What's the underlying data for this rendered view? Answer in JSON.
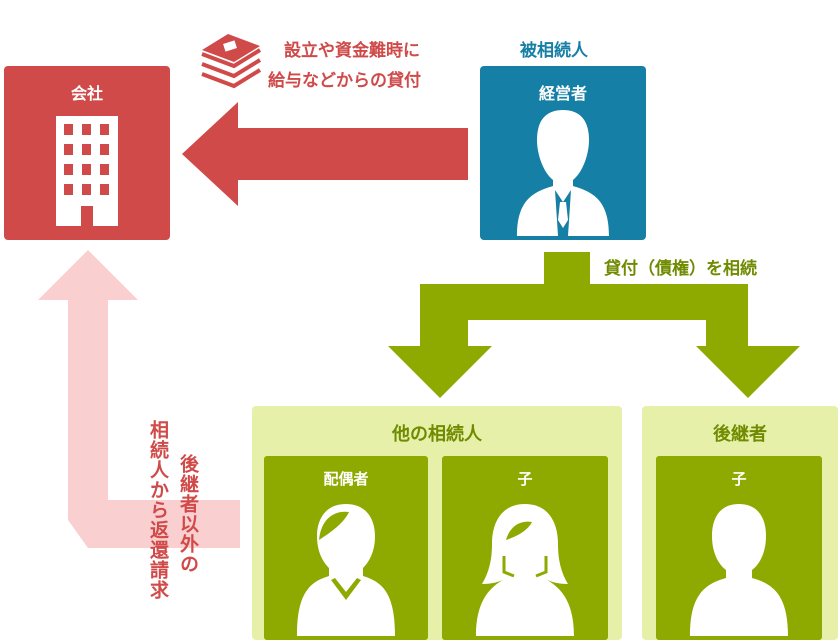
{
  "company": {
    "label": "会社",
    "color": "#cf4a48"
  },
  "deceased": {
    "heading": "被相続人",
    "label": "経営者",
    "color": "#157fa5"
  },
  "loan_note": {
    "line1": "設立や資金難時に",
    "line2": "給与などからの貸付"
  },
  "inherit_note": "貸付（債権）を相続",
  "other_heirs": {
    "title": "他の相続人",
    "members": [
      {
        "label": "配偶者",
        "icon": "woman-short-hair-icon"
      },
      {
        "label": "子",
        "icon": "woman-long-hair-icon"
      }
    ]
  },
  "successor": {
    "title": "後継者",
    "members": [
      {
        "label": "子",
        "icon": "person-icon"
      }
    ]
  },
  "claim_note": {
    "line1": "後継者以外の",
    "line2": "相続人から返還請求"
  },
  "colors": {
    "red": "#cf4a48",
    "pink": "#f9cfd0",
    "blue": "#157fa5",
    "green": "#8eaa00",
    "light_green": "#e7f0a8"
  }
}
